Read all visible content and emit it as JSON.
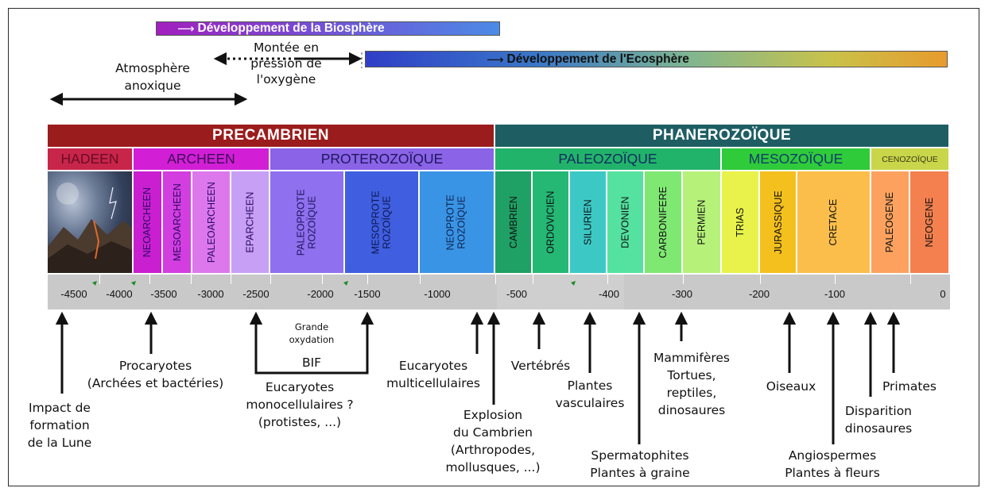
{
  "top": {
    "biosphere": "Développement de la Biosphère",
    "ecosphere": "Développement de l'Ecosphère",
    "anoxic_line1": "Atmosphère",
    "anoxic_line2": "anoxique",
    "oxygen_line1": "Montée en",
    "oxygen_line2": "pression de",
    "oxygen_line3": "l'oxygène"
  },
  "eras": {
    "precambrien": "PRECAMBRIEN",
    "phanerozoique": "PHANEROZOÏQUE"
  },
  "eons": {
    "hadeen": "HADEEN",
    "archeen": "ARCHEEN",
    "proterozoique": "PROTEROZOÏQUE",
    "paleozoique": "PALEOZOÏQUE",
    "mesozoique": "MESOZOÏQUE",
    "cenozoique": "CENOZOÏQUE"
  },
  "periods": {
    "neoarcheen": "NEOARCHEEN",
    "mesoarcheen": "MESOARCHEEN",
    "paleoarcheen": "PALEOARCHEEN",
    "eparcheen": "EPARCHEEN",
    "paleo_1": "PALEOPROTE",
    "paleo_2": "ROZOÏQUE",
    "meso_1": "MESOPROTE",
    "meso_2": "ROZOÏQUE",
    "neo_1": "NEOPROTE",
    "neo_2": "ROZOÏQUE",
    "cambrien": "CAMBRIEN",
    "ordovicien": "ORDOVICIEN",
    "silurien": "SILURIEN",
    "devonien": "DEVONIEN",
    "carbonifere": "CARBONIFERE",
    "permien": "PERMIEN",
    "trias": "TRIAS",
    "jurassique": "JURASSIQUE",
    "cretace": "CRETACE",
    "paleogene": "PALEOGENE",
    "neogene": "NEOGENE"
  },
  "axis": {
    "t_4500": "-4500",
    "t_4000": "-4000",
    "t_3500": "-3500",
    "t_3000": "-3000",
    "t_2500": "-2500",
    "t_2000": "-2000",
    "t_1500": "-1500",
    "t_1000": "-1000",
    "t_500": "-500",
    "t_400": "-400",
    "t_300": "-300",
    "t_200": "-200",
    "t_100": "-100",
    "t_0": "0"
  },
  "events": {
    "lune_1": "Impact de",
    "lune_2": "formation",
    "lune_3": "de la Lune",
    "proc_1": "Procaryotes",
    "proc_2": "(Archées et bactéries)",
    "grande_1": "Grande",
    "grande_2": "oxydation",
    "bif": "BIF",
    "euc_mono_1": "Eucaryotes",
    "euc_mono_2": "monocellulaires ?",
    "euc_mono_3": "(protistes, ...)",
    "euc_multi_1": "Eucaryotes",
    "euc_multi_2": "multicellulaires",
    "expl_1": "Explosion",
    "expl_2": "du Cambrien",
    "expl_3": "(Arthropodes,",
    "expl_4": "mollusques, ...)",
    "vertebres": "Vertébrés",
    "plantes_1": "Plantes",
    "plantes_2": "vasculaires",
    "sperm_1": "Spermatophites",
    "sperm_2": "Plantes à graine",
    "mamm_1": "Mammifères",
    "mamm_2": "Tortues,",
    "mamm_3": "reptiles,",
    "mamm_4": "dinosaures",
    "oiseaux": "Oiseaux",
    "angio_1": "Angiospermes",
    "angio_2": "Plantes à fleurs",
    "disp_1": "Disparition",
    "disp_2": "dinosaures",
    "primates": "Primates"
  },
  "colors": {
    "precambrien": "#9b1c1c",
    "phanerozoique": "#1e5e63",
    "hadeen": "#c8254b",
    "archeen": "#d21fd6",
    "proterozoique": "#8a63e6",
    "paleozoique": "#22b36b",
    "mesozoique": "#2fcb3a",
    "cenozoique": "#c9d64a"
  }
}
